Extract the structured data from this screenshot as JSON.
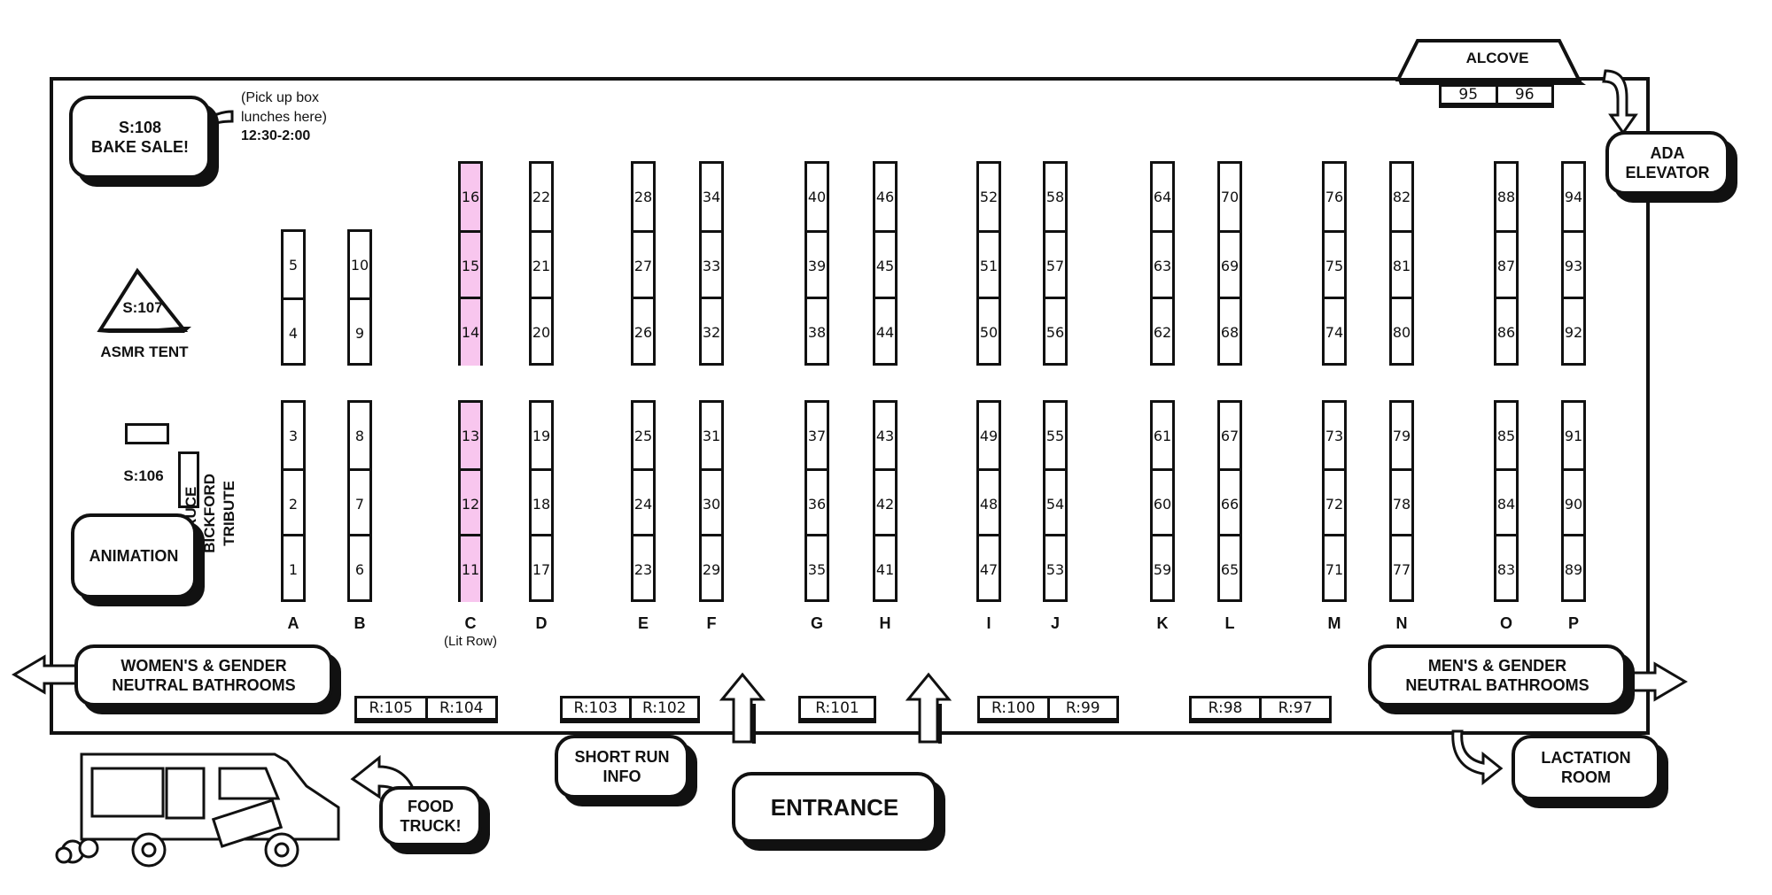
{
  "map": {
    "rows": [
      {
        "letter": "A",
        "top": [
          "5",
          "4"
        ],
        "bottom": [
          "3",
          "2",
          "1"
        ]
      },
      {
        "letter": "B",
        "top": [
          "10",
          "9"
        ],
        "bottom": [
          "8",
          "7",
          "6"
        ]
      },
      {
        "letter": "C",
        "sub": "(Lit Row)",
        "lit": true,
        "top": [
          "16",
          "15",
          "14"
        ],
        "bottom": [
          "13",
          "12",
          "11"
        ]
      },
      {
        "letter": "D",
        "top": [
          "22",
          "21",
          "20"
        ],
        "bottom": [
          "19",
          "18",
          "17"
        ]
      },
      {
        "letter": "E",
        "top": [
          "28",
          "27",
          "26"
        ],
        "bottom": [
          "25",
          "24",
          "23"
        ]
      },
      {
        "letter": "F",
        "top": [
          "34",
          "33",
          "32"
        ],
        "bottom": [
          "31",
          "30",
          "29"
        ]
      },
      {
        "letter": "G",
        "top": [
          "40",
          "39",
          "38"
        ],
        "bottom": [
          "37",
          "36",
          "35"
        ]
      },
      {
        "letter": "H",
        "top": [
          "46",
          "45",
          "44"
        ],
        "bottom": [
          "43",
          "42",
          "41"
        ]
      },
      {
        "letter": "I",
        "top": [
          "52",
          "51",
          "50"
        ],
        "bottom": [
          "49",
          "48",
          "47"
        ]
      },
      {
        "letter": "J",
        "top": [
          "58",
          "57",
          "56"
        ],
        "bottom": [
          "55",
          "54",
          "53"
        ]
      },
      {
        "letter": "K",
        "top": [
          "64",
          "63",
          "62"
        ],
        "bottom": [
          "61",
          "60",
          "59"
        ]
      },
      {
        "letter": "L",
        "top": [
          "70",
          "69",
          "68"
        ],
        "bottom": [
          "67",
          "66",
          "65"
        ]
      },
      {
        "letter": "M",
        "top": [
          "76",
          "75",
          "74"
        ],
        "bottom": [
          "73",
          "72",
          "71"
        ]
      },
      {
        "letter": "N",
        "top": [
          "82",
          "81",
          "80"
        ],
        "bottom": [
          "79",
          "78",
          "77"
        ]
      },
      {
        "letter": "O",
        "top": [
          "88",
          "87",
          "86"
        ],
        "bottom": [
          "85",
          "84",
          "83"
        ]
      },
      {
        "letter": "P",
        "top": [
          "94",
          "93",
          "92"
        ],
        "bottom": [
          "91",
          "90",
          "89"
        ]
      }
    ],
    "rooms": [
      {
        "items": [
          "R:105",
          "R:104"
        ]
      },
      {
        "items": [
          "R:103",
          "R:102"
        ]
      },
      {
        "items": [
          "R:101"
        ]
      },
      {
        "items": [
          "R:100",
          "R:99"
        ]
      },
      {
        "items": [
          "R:98",
          "R:97"
        ]
      }
    ],
    "alcove": {
      "label": "ALCOVE",
      "tables": [
        "95",
        "96"
      ]
    },
    "bake_sale": {
      "room": "S:108",
      "label": "BAKE SALE!"
    },
    "box_lunch_note": {
      "line1": "(Pick up box",
      "line2": "lunches here)",
      "time": "12:30-2:00"
    },
    "asmr": {
      "room": "S:107",
      "label": "ASMR TENT"
    },
    "s106": {
      "room": "S:106"
    },
    "tribute": {
      "line1": "BRUCE BICKFORD",
      "line2": "TRIBUTE"
    },
    "animation": {
      "label": "ANIMATION"
    },
    "womens_bathrooms": {
      "line1": "WOMEN'S & GENDER",
      "line2": "NEUTRAL BATHROOMS"
    },
    "mens_bathrooms": {
      "line1": "MEN'S & GENDER",
      "line2": "NEUTRAL BATHROOMS"
    },
    "ada_elevator": {
      "line1": "ADA",
      "line2": "ELEVATOR"
    },
    "lactation_room": {
      "line1": "LACTATION",
      "line2": "ROOM"
    },
    "short_run_info": {
      "line1": "SHORT RUN",
      "line2": "INFO"
    },
    "entrance": {
      "label": "ENTRANCE"
    },
    "food_truck": {
      "line1": "FOOD",
      "line2": "TRUCK!"
    },
    "lit_color": "#f8c6ee"
  }
}
